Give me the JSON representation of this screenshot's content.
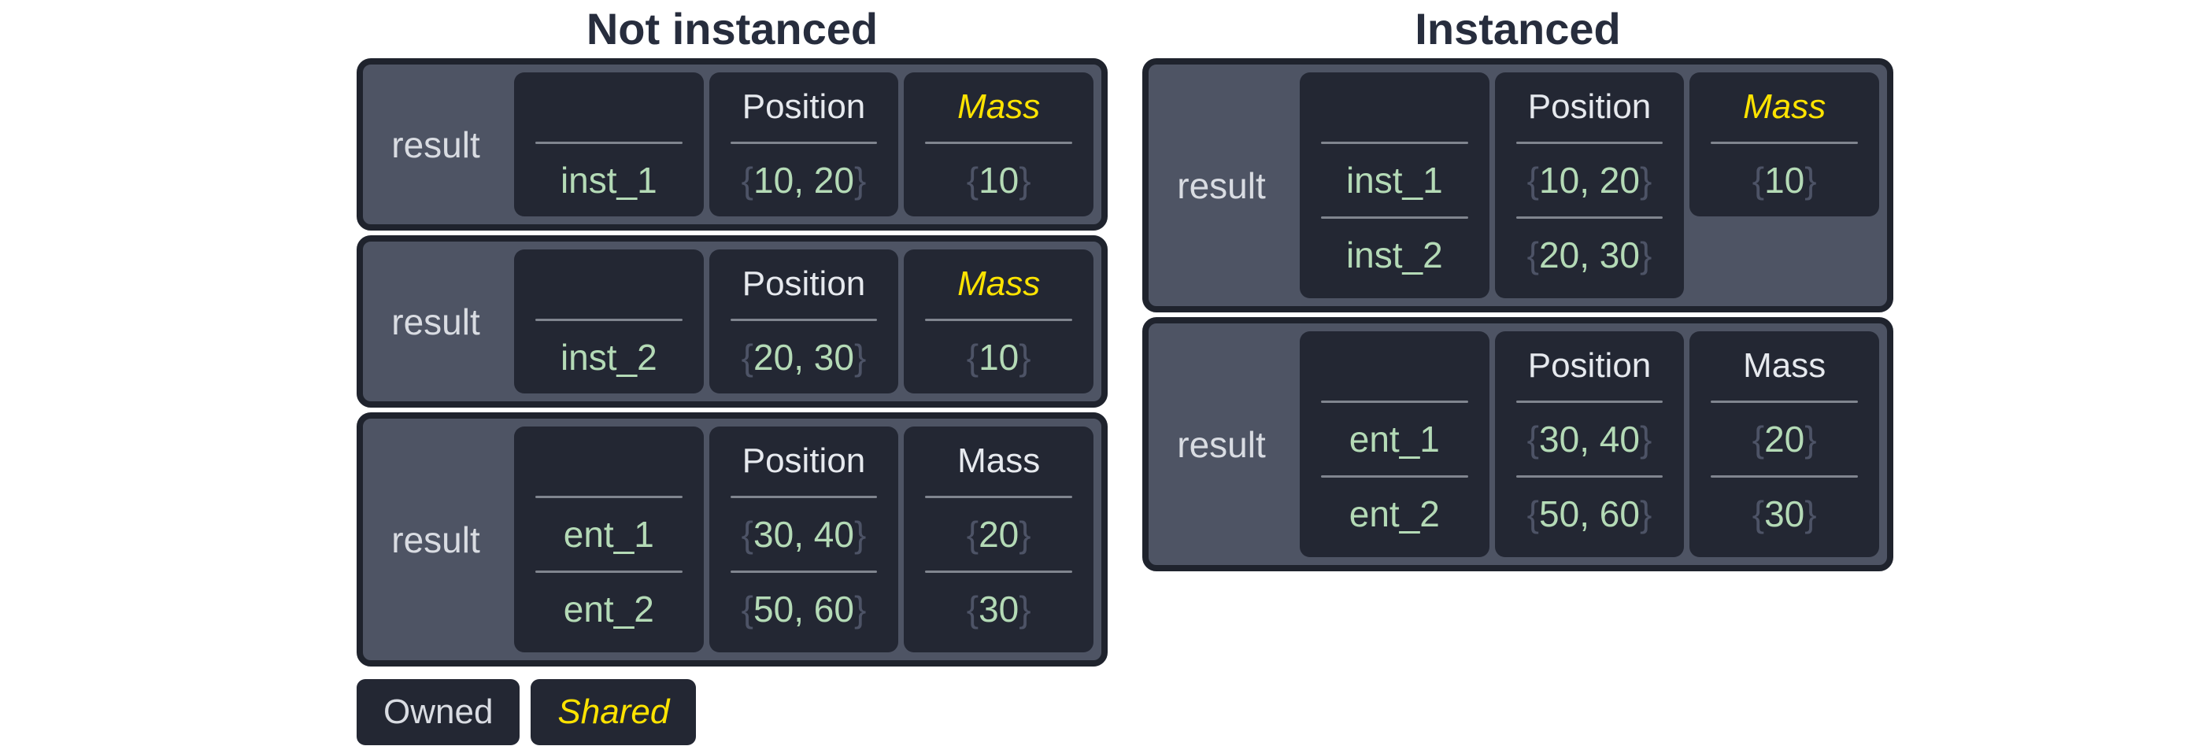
{
  "symbols": {
    "brace_open": "{",
    "brace_close": "}"
  },
  "colors": {
    "panel_bg": "#4e5464",
    "cell_bg": "#232733",
    "border": "#1f232d",
    "title_text": "#272d3d",
    "owned_text": "#d9dce2",
    "shared_accent": "#fde300",
    "value_green": "#b4dab6",
    "brace_gray": "#4d5366",
    "divider_gray": "#80858f"
  },
  "left": {
    "title": "Not instanced",
    "tables": [
      {
        "label": "result",
        "entities": [
          "inst_1"
        ],
        "columns": [
          {
            "header": "Position",
            "shared": false,
            "values": [
              "10, 20"
            ]
          },
          {
            "header": "Mass",
            "shared": true,
            "values": [
              "10"
            ]
          }
        ]
      },
      {
        "label": "result",
        "entities": [
          "inst_2"
        ],
        "columns": [
          {
            "header": "Position",
            "shared": false,
            "values": [
              "20, 30"
            ]
          },
          {
            "header": "Mass",
            "shared": true,
            "values": [
              "10"
            ]
          }
        ]
      },
      {
        "label": "result",
        "entities": [
          "ent_1",
          "ent_2"
        ],
        "columns": [
          {
            "header": "Position",
            "shared": false,
            "values": [
              "30, 40",
              "50, 60"
            ]
          },
          {
            "header": "Mass",
            "shared": false,
            "values": [
              "20",
              "30"
            ]
          }
        ]
      }
    ]
  },
  "right": {
    "title": "Instanced",
    "tables": [
      {
        "label": "result",
        "entities": [
          "inst_1",
          "inst_2"
        ],
        "columns": [
          {
            "header": "Position",
            "shared": false,
            "values": [
              "10, 20",
              "20, 30"
            ]
          },
          {
            "header": "Mass",
            "shared": true,
            "values": [
              "10"
            ]
          }
        ]
      },
      {
        "label": "result",
        "entities": [
          "ent_1",
          "ent_2"
        ],
        "columns": [
          {
            "header": "Position",
            "shared": false,
            "values": [
              "30, 40",
              "50, 60"
            ]
          },
          {
            "header": "Mass",
            "shared": false,
            "values": [
              "20",
              "30"
            ]
          }
        ]
      }
    ]
  },
  "legend": {
    "owned_label": "Owned",
    "shared_label": "Shared"
  }
}
